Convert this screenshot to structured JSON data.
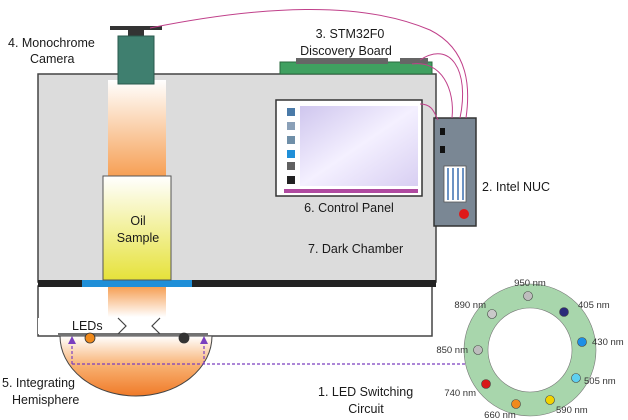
{
  "labels": {
    "camera_line1": "4. Monochrome",
    "camera_line2": "Camera",
    "board_line1": "3. STM32F0",
    "board_line2": "Discovery Board",
    "nuc": "2. Intel NUC",
    "control_panel": "6. Control Panel",
    "dark_chamber": "7. Dark Chamber",
    "oil_line1": "Oil",
    "oil_line2": "Sample",
    "leds": "LEDs",
    "hemisphere_line1": "5. Integrating",
    "hemisphere_line2": "Hemisphere",
    "switching_line1": "1. LED Switching",
    "switching_line2": "Circuit"
  },
  "led_ring": [
    {
      "label": "950 nm",
      "color": "#bdbdbd"
    },
    {
      "label": "405 nm",
      "color": "#2b2b7a"
    },
    {
      "label": "430 nm",
      "color": "#1e90e6"
    },
    {
      "label": "505 nm",
      "color": "#5fd0f0"
    },
    {
      "label": "590 nm",
      "color": "#f2d200"
    },
    {
      "label": "660 nm",
      "color": "#f08a1c"
    },
    {
      "label": "740 nm",
      "color": "#d81818"
    },
    {
      "label": "850 nm",
      "color": "#bdbdbd"
    },
    {
      "label": "890 nm",
      "color": "#c9c9c9"
    }
  ],
  "colors": {
    "chamber": "#dcdcdc",
    "camera": "#3f7f6f",
    "board": "#3fa060",
    "nuc": "#7a8794",
    "led_ring": "#a8d6ac",
    "wire": "#c0408a",
    "filter": "#1f8fd8"
  }
}
